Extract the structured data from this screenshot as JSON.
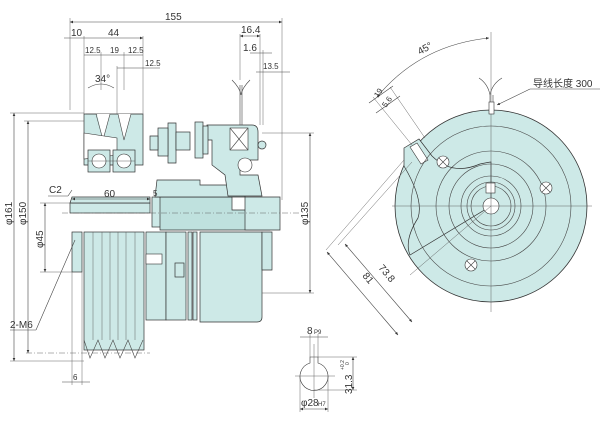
{
  "drawing": {
    "title": "Electromagnetic clutch with V-belt pulley - outline dimensions",
    "colors": {
      "part_fill": "#cde9e7",
      "line": "#333333",
      "background": "#ffffff"
    }
  },
  "side_view": {
    "dimensions": {
      "overall_length": "155",
      "flange_offset": "10",
      "pulley_width": "44",
      "groove_pitch_left": "12.5",
      "groove_pitch_mid": "19",
      "groove_pitch_right": "12.5",
      "groove_offset": "12.5",
      "groove_angle": "34°",
      "lead_width": "16.4",
      "gap": "1.6",
      "rear_offset": "13.5",
      "outer_dia": "φ161",
      "pitch_dia": "φ150",
      "hub_dia": "φ45",
      "chamfer": "C2",
      "bore_length": "60",
      "spacer": "5",
      "body_dia": "φ135",
      "tap_holes": "2-M6",
      "tap_offset": "6"
    }
  },
  "front_view": {
    "dimensions": {
      "arm_angle": "45°",
      "slot_width": "19",
      "slot_inner": "5.6",
      "arm_length_inner": "73.8",
      "arm_length_outer": "81",
      "lead_wire_label": "导线长度 300"
    }
  },
  "keyway_detail": {
    "dimensions": {
      "key_width": "8",
      "key_width_tol": "P9",
      "key_height": "31.3",
      "key_height_tol_upper": "+0.2",
      "key_height_tol_lower": "0",
      "bore_dia": "φ28",
      "bore_dia_tol": "H7"
    }
  }
}
